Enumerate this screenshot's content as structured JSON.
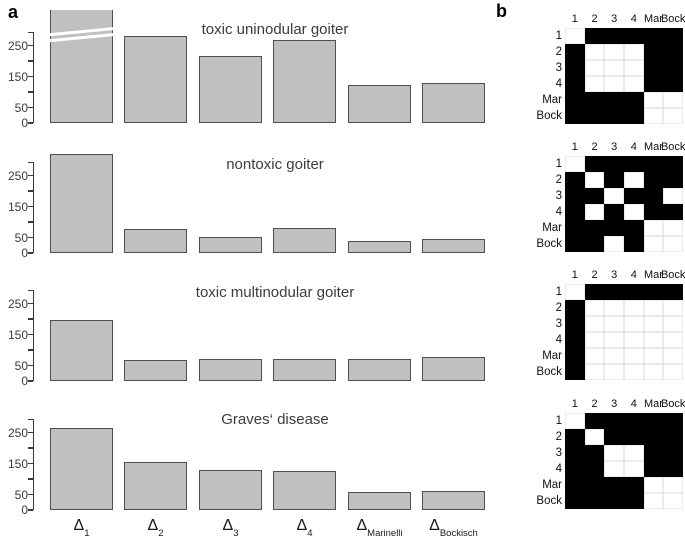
{
  "panels": {
    "a_label": "a",
    "b_label": "b"
  },
  "y_axis": {
    "tick_values": [
      0,
      50,
      100,
      150,
      200,
      250
    ],
    "labeled_values": [
      0,
      50,
      150,
      250
    ],
    "axis_top_value": 295
  },
  "x_axis_labels": [
    {
      "base": "Δ",
      "sub": "1"
    },
    {
      "base": "Δ",
      "sub": "2"
    },
    {
      "base": "Δ",
      "sub": "3"
    },
    {
      "base": "Δ",
      "sub": "4"
    },
    {
      "base": "Δ",
      "sub": "Marinelli"
    },
    {
      "base": "Δ",
      "sub": "Bockisch"
    }
  ],
  "matrix_labels": {
    "col_headers": [
      "1",
      "2",
      "3",
      "4",
      "Mar",
      "Bock"
    ],
    "row_headers": [
      "1",
      "2",
      "3",
      "4",
      "Mar",
      "Bock"
    ]
  },
  "colors": {
    "bar_fill": "#c0c0c0",
    "bar_border": "#4f4f4f",
    "matrix_filled": "#000000",
    "matrix_empty": "#ffffff",
    "matrix_gridline": "#d9d9d9",
    "axis": "#3a3a3a"
  },
  "chart_data": [
    {
      "type": "bar",
      "panel": "a",
      "title": "toxic uninodular goiter",
      "categories": [
        "Δ1",
        "Δ2",
        "Δ3",
        "Δ4",
        "ΔMarinelli",
        "ΔBockisch"
      ],
      "values": [
        420,
        280,
        215,
        268,
        124,
        128
      ],
      "axis_break_bar_index": 0,
      "annotation": "Δ1 bar exceeds the axis and is shown truncated with white break marks",
      "ylim": [
        0,
        295
      ],
      "yticks": [
        0,
        50,
        100,
        150,
        200,
        250
      ],
      "ytick_labels_shown": [
        "0",
        "50",
        "150",
        "250"
      ],
      "xlabel": "",
      "ylabel": "",
      "grid": false,
      "legend": false
    },
    {
      "type": "bar",
      "panel": "a",
      "title": "nontoxic goiter",
      "categories": [
        "Δ1",
        "Δ2",
        "Δ3",
        "Δ4",
        "ΔMarinelli",
        "ΔBockisch"
      ],
      "values": [
        320,
        78,
        52,
        82,
        40,
        44
      ],
      "axis_break_bar_index": null,
      "ylim": [
        0,
        295
      ],
      "yticks": [
        0,
        50,
        100,
        150,
        200,
        250
      ],
      "ytick_labels_shown": [
        "0",
        "50",
        "150",
        "250"
      ],
      "xlabel": "",
      "ylabel": "",
      "grid": false,
      "legend": false
    },
    {
      "type": "bar",
      "panel": "a",
      "title": "toxic multinodular goiter",
      "categories": [
        "Δ1",
        "Δ2",
        "Δ3",
        "Δ4",
        "ΔMarinelli",
        "ΔBockisch"
      ],
      "values": [
        198,
        68,
        72,
        72,
        70,
        78
      ],
      "axis_break_bar_index": null,
      "ylim": [
        0,
        295
      ],
      "yticks": [
        0,
        50,
        100,
        150,
        200,
        250
      ],
      "ytick_labels_shown": [
        "0",
        "50",
        "150",
        "250"
      ],
      "xlabel": "",
      "ylabel": "",
      "grid": false,
      "legend": false
    },
    {
      "type": "bar",
      "panel": "a",
      "title": "Graves‘ disease",
      "categories": [
        "Δ1",
        "Δ2",
        "Δ3",
        "Δ4",
        "ΔMarinelli",
        "ΔBockisch"
      ],
      "values": [
        263,
        155,
        130,
        125,
        57,
        60
      ],
      "axis_break_bar_index": null,
      "ylim": [
        0,
        295
      ],
      "yticks": [
        0,
        50,
        100,
        150,
        200,
        250
      ],
      "ytick_labels_shown": [
        "0",
        "50",
        "150",
        "250"
      ],
      "xlabel": "",
      "ylabel": "",
      "grid": false,
      "legend": false
    },
    {
      "type": "heatmap",
      "panel": "b",
      "aligned_with": "toxic uninodular goiter",
      "x": [
        "1",
        "2",
        "3",
        "4",
        "Mar",
        "Bock"
      ],
      "y": [
        "1",
        "2",
        "3",
        "4",
        "Mar",
        "Bock"
      ],
      "values": [
        [
          0,
          1,
          1,
          1,
          1,
          1
        ],
        [
          1,
          0,
          0,
          0,
          1,
          1
        ],
        [
          1,
          0,
          0,
          0,
          1,
          1
        ],
        [
          1,
          0,
          0,
          0,
          1,
          1
        ],
        [
          1,
          1,
          1,
          1,
          0,
          0
        ],
        [
          1,
          1,
          1,
          1,
          0,
          0
        ]
      ],
      "palette": {
        "1": "#000000",
        "0": "#ffffff"
      }
    },
    {
      "type": "heatmap",
      "panel": "b",
      "aligned_with": "nontoxic goiter",
      "x": [
        "1",
        "2",
        "3",
        "4",
        "Mar",
        "Bock"
      ],
      "y": [
        "1",
        "2",
        "3",
        "4",
        "Mar",
        "Bock"
      ],
      "values": [
        [
          0,
          1,
          1,
          1,
          1,
          1
        ],
        [
          1,
          0,
          1,
          0,
          1,
          1
        ],
        [
          1,
          1,
          0,
          1,
          1,
          0
        ],
        [
          1,
          0,
          1,
          0,
          1,
          1
        ],
        [
          1,
          1,
          1,
          1,
          0,
          0
        ],
        [
          1,
          1,
          0,
          1,
          0,
          0
        ]
      ],
      "palette": {
        "1": "#000000",
        "0": "#ffffff"
      }
    },
    {
      "type": "heatmap",
      "panel": "b",
      "aligned_with": "toxic multinodular goiter",
      "x": [
        "1",
        "2",
        "3",
        "4",
        "Mar",
        "Bock"
      ],
      "y": [
        "1",
        "2",
        "3",
        "4",
        "Mar",
        "Bock"
      ],
      "values": [
        [
          0,
          1,
          1,
          1,
          1,
          1
        ],
        [
          1,
          0,
          0,
          0,
          0,
          0
        ],
        [
          1,
          0,
          0,
          0,
          0,
          0
        ],
        [
          1,
          0,
          0,
          0,
          0,
          0
        ],
        [
          1,
          0,
          0,
          0,
          0,
          0
        ],
        [
          1,
          0,
          0,
          0,
          0,
          0
        ]
      ],
      "palette": {
        "1": "#000000",
        "0": "#ffffff"
      }
    },
    {
      "type": "heatmap",
      "panel": "b",
      "aligned_with": "Graves‘ disease",
      "x": [
        "1",
        "2",
        "3",
        "4",
        "Mar",
        "Bock"
      ],
      "y": [
        "1",
        "2",
        "3",
        "4",
        "Mar",
        "Bock"
      ],
      "values": [
        [
          0,
          1,
          1,
          1,
          1,
          1
        ],
        [
          1,
          0,
          1,
          1,
          1,
          1
        ],
        [
          1,
          1,
          0,
          0,
          1,
          1
        ],
        [
          1,
          1,
          0,
          0,
          1,
          1
        ],
        [
          1,
          1,
          1,
          1,
          0,
          0
        ],
        [
          1,
          1,
          1,
          1,
          0,
          0
        ]
      ],
      "palette": {
        "1": "#000000",
        "0": "#ffffff"
      }
    }
  ]
}
